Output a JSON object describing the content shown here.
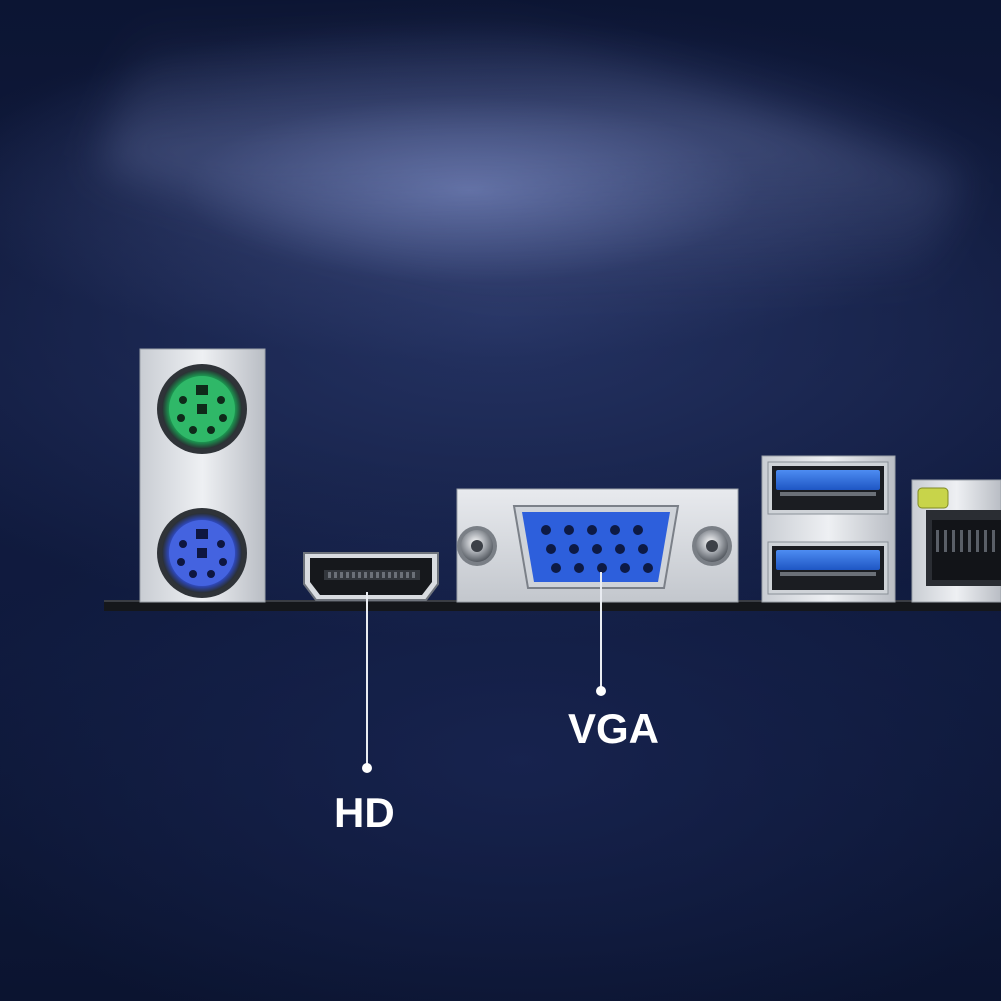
{
  "labels": {
    "hd": "HD",
    "vga": "VGA"
  },
  "ports": [
    {
      "name": "ps2-keyboard-port",
      "color": "#21a35a"
    },
    {
      "name": "ps2-mouse-port",
      "color": "#3a5bd8"
    },
    {
      "name": "hdmi-port",
      "color": "#1a1a1a"
    },
    {
      "name": "vga-port",
      "color": "#2d5fdc"
    },
    {
      "name": "usb3-ports",
      "color": "#2f6fe0"
    },
    {
      "name": "ethernet-port",
      "color": "#c8d44a"
    }
  ]
}
